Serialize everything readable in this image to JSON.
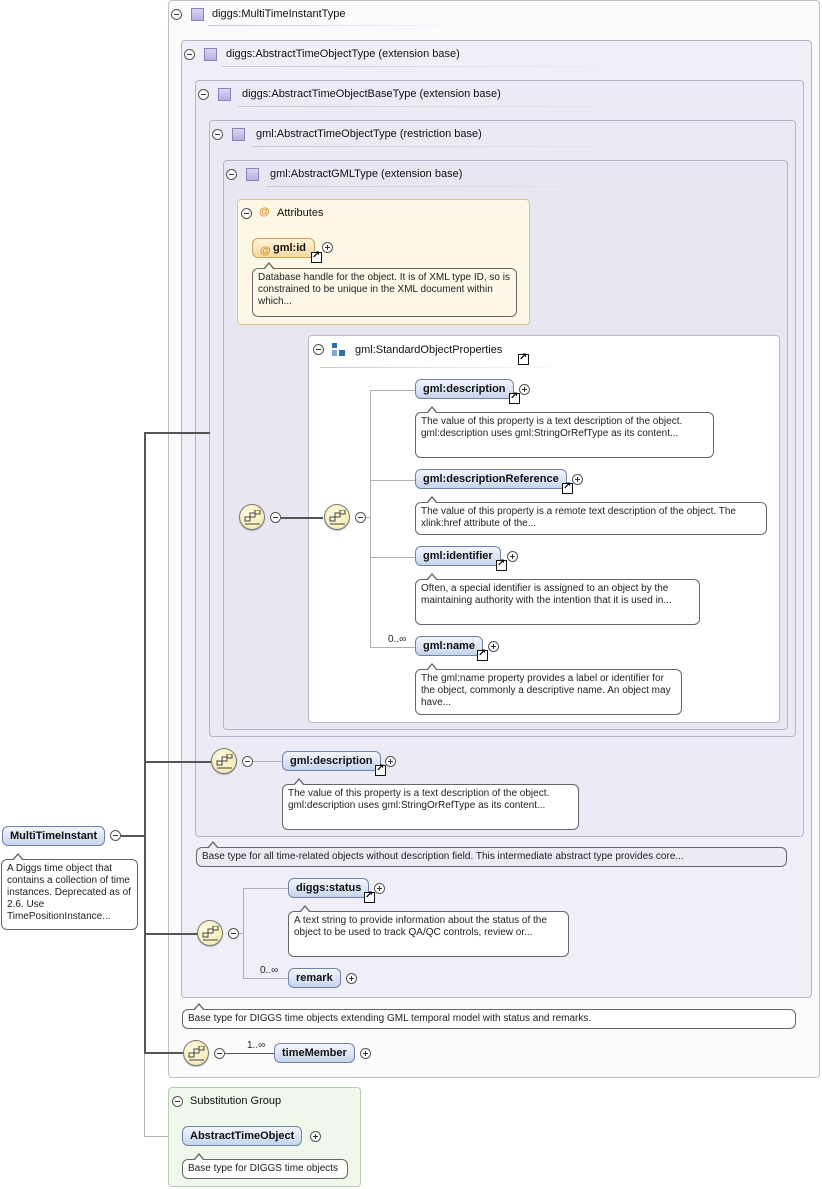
{
  "types": {
    "multi": "diggs:MultiTimeInstantType",
    "abstract_time_object": "diggs:AbstractTimeObjectType (extension base)",
    "abstract_time_object_base": "diggs:AbstractTimeObjectBaseType (extension base)",
    "gml_abstract_time_object": "gml:AbstractTimeObjectType (restriction base)",
    "gml_abstract_gml": "gml:AbstractGMLType (extension base)"
  },
  "attributes": {
    "title": "Attributes",
    "id_name": "gml:id",
    "id_doc": "Database handle for the object. It is of XML type ID, so is constrained to be unique in the XML document within which..."
  },
  "standard_props": {
    "title": "gml:StandardObjectProperties",
    "items": [
      {
        "name": "gml:description",
        "doc": "The value of this property is a text description of the object. gml:description uses gml:StringOrRefType as its content..."
      },
      {
        "name": "gml:descriptionReference",
        "doc": "The value of this property is a remote text description of the object. The xlink:href attribute of the..."
      },
      {
        "name": "gml:identifier",
        "doc": "Often, a special identifier is assigned to an object by the maintaining authority with the intention that it is used in..."
      },
      {
        "name": "gml:name",
        "doc": "The gml:name property provides a label or identifier for the object, commonly a descriptive name. An object may have...",
        "mult": "0..∞"
      }
    ]
  },
  "base_description": {
    "name": "gml:description",
    "doc": "The value of this property is a text description of the object. gml:description uses gml:StringOrRefType as its content..."
  },
  "base_type_doc": "Base type for all time-related objects without description field. This intermediate abstract type provides core...",
  "status": {
    "name": "diggs:status",
    "doc": "A text string to provide information about the status of the object to be used to track QA/QC controls, review or..."
  },
  "remark": {
    "name": "remark",
    "mult": "0..∞"
  },
  "diggs_base_doc": "Base type for DIGGS time objects extending GML temporal model with status and remarks.",
  "time_member": {
    "name": "timeMember",
    "mult": "1..∞"
  },
  "root": {
    "name": "MultiTimeInstant",
    "doc": "A Diggs time object that contains a collection of time instances. Deprecated as of 2.6. Use TimePositionInstance..."
  },
  "substitution": {
    "title": "Substitution Group",
    "name": "AbstractTimeObject",
    "doc": "Base type for DIGGS time objects"
  }
}
